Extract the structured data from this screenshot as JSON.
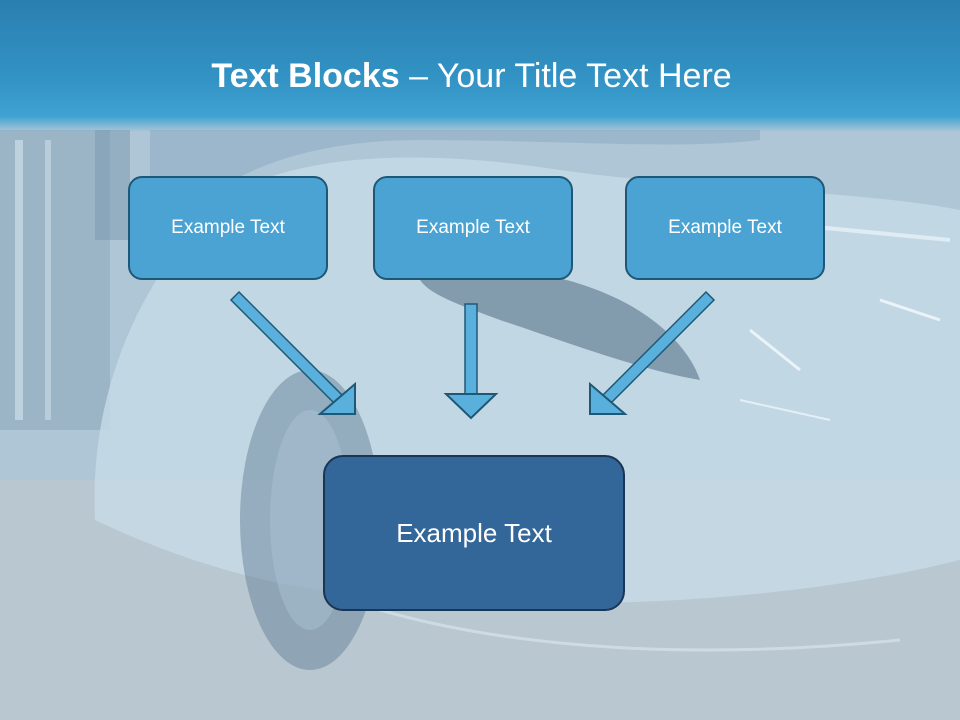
{
  "title": {
    "bold": "Text Blocks",
    "dash": " – ",
    "rest": "Your Title Text Here"
  },
  "boxes": [
    {
      "label": "Example Text"
    },
    {
      "label": "Example Text"
    },
    {
      "label": "Example Text"
    }
  ],
  "target": {
    "label": "Example Text"
  },
  "colors": {
    "header": "#3293c4",
    "small_box": "#4aa3d2",
    "small_box_border": "#1f5877",
    "big_box": "#336699",
    "arrow_fill": "#5ab0dc",
    "arrow_stroke": "#1f5877"
  }
}
